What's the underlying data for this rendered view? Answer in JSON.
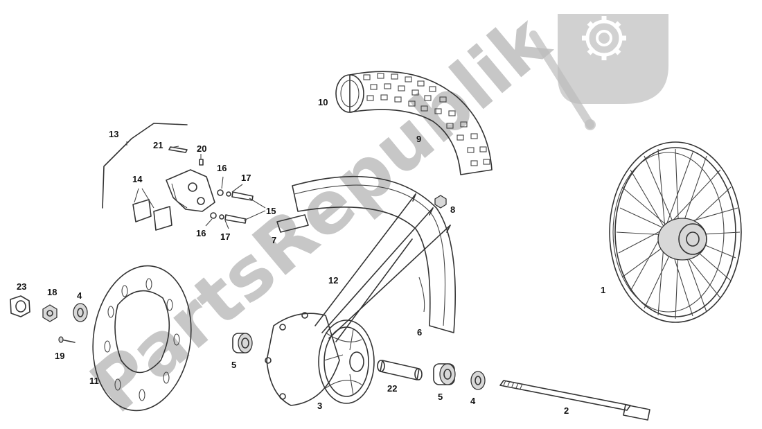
{
  "watermark": {
    "text": "PartsRepublik",
    "color": "#9a9a9a",
    "logo_icon": "gear-icon"
  },
  "callouts": [
    {
      "id": "c1",
      "text": "1"
    },
    {
      "id": "c2",
      "text": "2"
    },
    {
      "id": "c3",
      "text": "3"
    },
    {
      "id": "c4a",
      "text": "4"
    },
    {
      "id": "c4b",
      "text": "4"
    },
    {
      "id": "c5a",
      "text": "5"
    },
    {
      "id": "c5b",
      "text": "5"
    },
    {
      "id": "c6",
      "text": "6"
    },
    {
      "id": "c7",
      "text": "7"
    },
    {
      "id": "c8",
      "text": "8"
    },
    {
      "id": "c9",
      "text": "9"
    },
    {
      "id": "c10",
      "text": "10"
    },
    {
      "id": "c11",
      "text": "11"
    },
    {
      "id": "c12",
      "text": "12"
    },
    {
      "id": "c13",
      "text": "13"
    },
    {
      "id": "c14",
      "text": "14"
    },
    {
      "id": "c15",
      "text": "15"
    },
    {
      "id": "c16a",
      "text": "16"
    },
    {
      "id": "c16b",
      "text": "16"
    },
    {
      "id": "c17a",
      "text": "17"
    },
    {
      "id": "c17b",
      "text": "17"
    },
    {
      "id": "c18",
      "text": "18"
    },
    {
      "id": "c19",
      "text": "19"
    },
    {
      "id": "c20",
      "text": "20"
    },
    {
      "id": "c21",
      "text": "21"
    },
    {
      "id": "c22",
      "text": "22"
    },
    {
      "id": "c23",
      "text": "23"
    }
  ]
}
